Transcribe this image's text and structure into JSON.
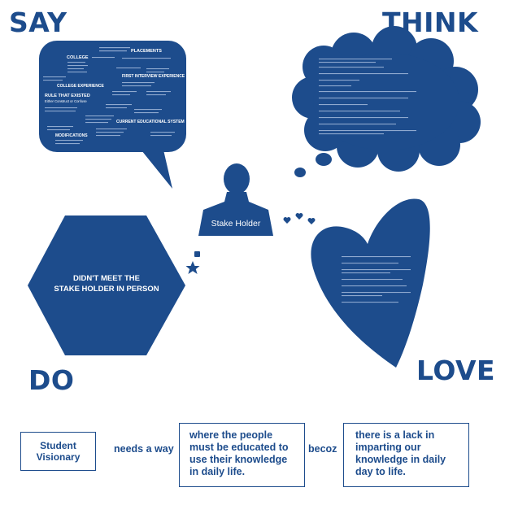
{
  "quadrants": {
    "say": "SAY",
    "think": "THINK",
    "do": "DO",
    "love": "LOVE"
  },
  "stakeholder": {
    "label": "Stake Holder"
  },
  "do_shape": {
    "text": "DIDN'T MEET THE STAKE HOLDER IN PERSON"
  },
  "say_bubble": {
    "headings": [
      "COLLEGE",
      "PLACEMENTS",
      "FIRST INTERVIEW EXPERIENCE",
      "COLLEGE EXPERIENCE",
      "RULE THAT EXISTED",
      "CURRENT EDUCATIONAL SYSTEM",
      "MODIFICATIONS"
    ],
    "subheading": "Either Construct or Confuse"
  },
  "sentence": {
    "subject": "Student Visionary",
    "verb": "needs a way",
    "object": "where the people must be educated to use their knowledge in daily life.",
    "connector": "becoz",
    "reason": "there is a lack in imparting our knowledge in daily day to life."
  },
  "colors": {
    "primary": "#1d4c8c"
  }
}
